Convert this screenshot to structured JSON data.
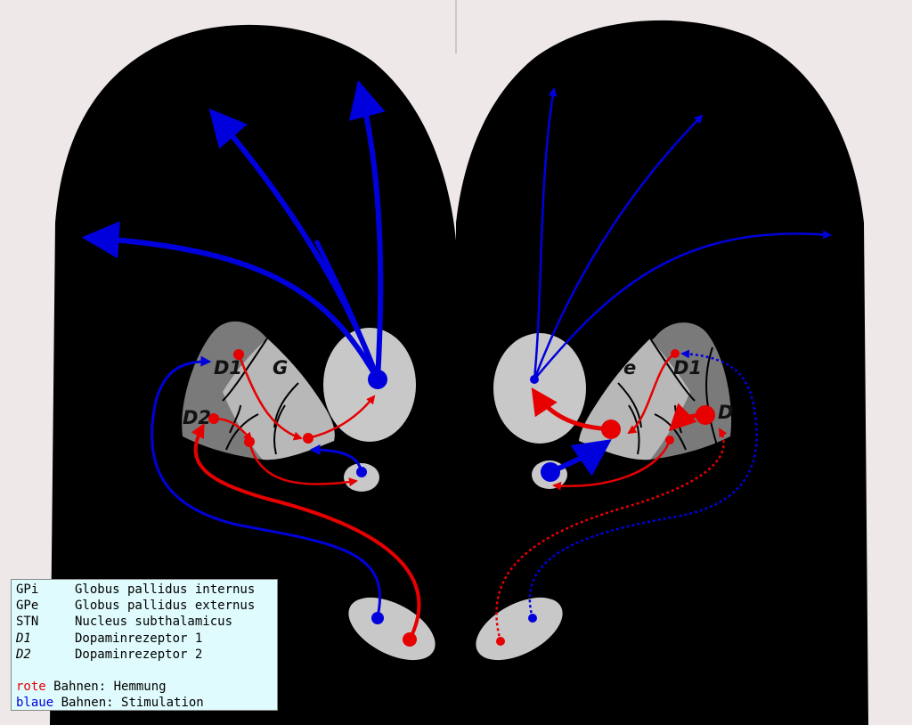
{
  "diagram": {
    "labels": {
      "left_d1": "D1",
      "left_d2": "D2",
      "right_d1": "D1"
    }
  },
  "legend": {
    "rows": [
      {
        "abbr": "GPi",
        "text": "Globus pallidus internus"
      },
      {
        "abbr": "GPe",
        "text": "Globus pallidus externus"
      },
      {
        "abbr": "STN",
        "text": "Nucleus subthalamicus"
      },
      {
        "abbr": "D1",
        "text": "Dopaminrezeptor 1"
      },
      {
        "abbr": "D2",
        "text": "Dopaminrezeptor 2"
      }
    ],
    "inhibition": {
      "word": "rote",
      "text": "Bahnen: Hemmung"
    },
    "stimulation": {
      "word": "blaue",
      "text": "Bahnen: Stimulation"
    }
  },
  "colors": {
    "inhibition": "#e60000",
    "stimulation": "#0000dd",
    "background": "#efe8e8",
    "brain": "#000000",
    "nucleus_light": "#c8c8c8",
    "striatum_dark": "#7a7a7a",
    "legend_bg": "#e0fbfd"
  }
}
